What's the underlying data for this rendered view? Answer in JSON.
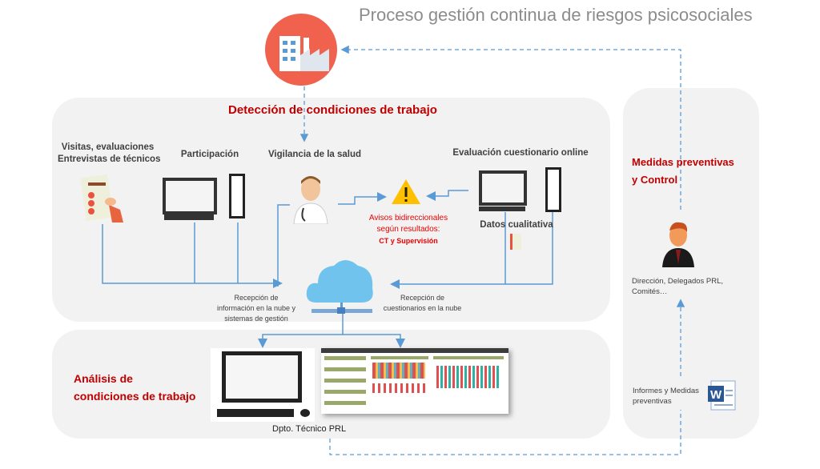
{
  "title": "Proceso gestión continua de riesgos psicosociales",
  "detection": {
    "heading": "Detección de condiciones de trabajo",
    "visits_line1": "Visitas, evaluaciones",
    "visits_line2": "Entrevistas de técnicos",
    "participation": "Participación",
    "health": "Vigilancia de la salud",
    "online": "Evaluación cuestionario online",
    "qualitative": "Datos cualitativa",
    "alerts_line1": "Avisos bidireccionales",
    "alerts_line2": "según resultados:",
    "alerts_line3": "CT y Supervisión",
    "cloud_left_line1": "Recepción de",
    "cloud_left_line2": "información en la nube y",
    "cloud_left_line3": "sistemas de gestión",
    "cloud_right_line1": "Recepción de",
    "cloud_right_line2": "cuestionarios en la nube"
  },
  "analysis": {
    "heading_line1": "Análisis de",
    "heading_line2": "condiciones de trabajo",
    "dept": "Dpto. Técnico PRL"
  },
  "control": {
    "heading_line1": "Medidas preventivas",
    "heading_line2": "y Control",
    "people_line1": "Dirección, Delegados PRL,",
    "people_line2": "Comités…",
    "reports_line1": "Informes y Medidas",
    "reports_line2": "preventivas"
  },
  "colors": {
    "accent_red": "#c00000",
    "line_blue": "#5b9bd5",
    "factory": "#f0624d"
  }
}
